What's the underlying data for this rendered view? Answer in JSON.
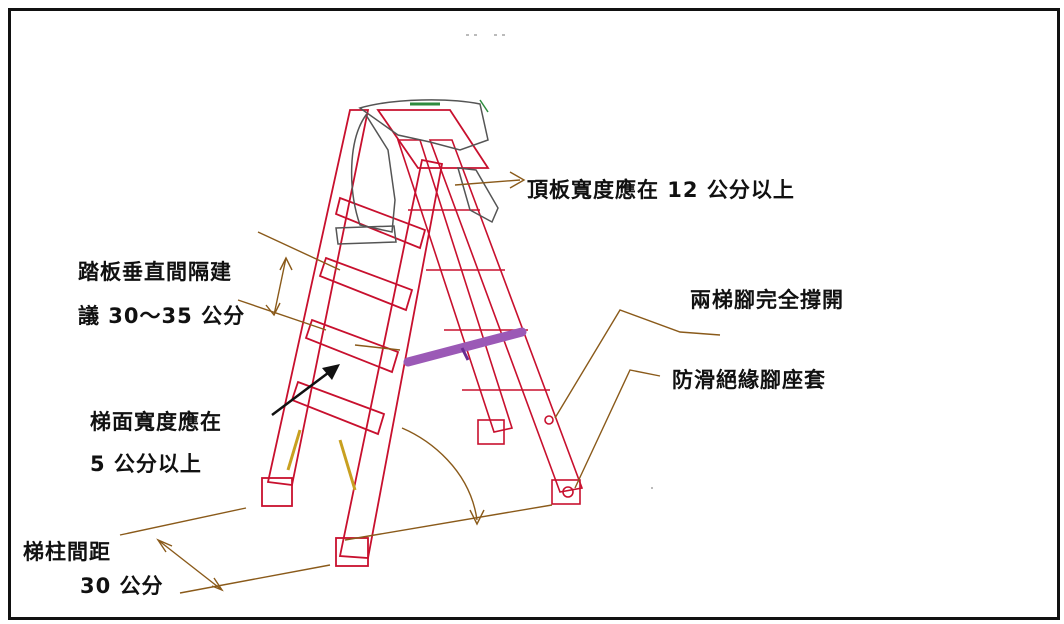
{
  "labels": {
    "top_board": "頂板寬度應在 12 公分以上",
    "step_spacing_line1": "踏板垂直間隔建",
    "step_spacing_line2": "議 30～35 公分",
    "legs_open": "兩梯腳完全撐開",
    "anti_slip": "防滑絕緣腳座套",
    "tread_width_line1": "梯面寬度應在",
    "tread_width_line2": "5 公分以上",
    "post_spacing_line1": "梯柱間距",
    "post_spacing_line2": "30 公分"
  },
  "colors": {
    "ladder": "#c8102e",
    "leader": "#8a5a1a",
    "spreader": "#9b59b6",
    "worker_outline": "#2e8b3e",
    "frame": "#111111"
  }
}
